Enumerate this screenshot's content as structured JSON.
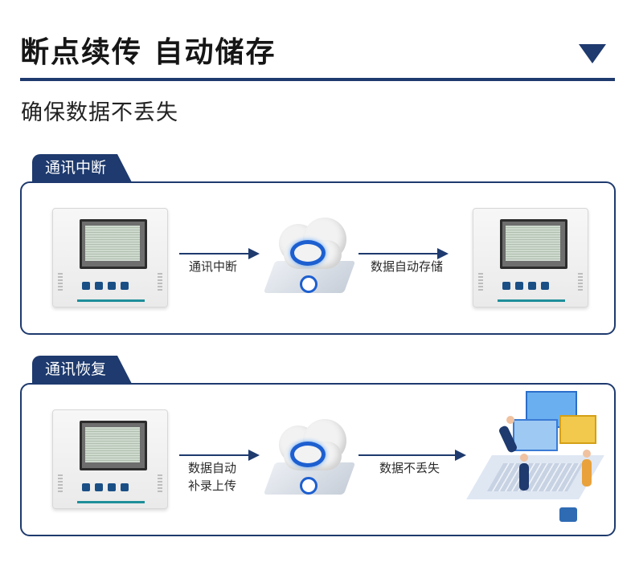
{
  "header": {
    "title": "断点续传 自动储存",
    "subtitle": "确保数据不丢失"
  },
  "section1": {
    "tab_label": "通讯中断",
    "arrow1_label": "通讯中断",
    "arrow2_label": "数据自动存储"
  },
  "section2": {
    "tab_label": "通讯恢复",
    "arrow1_label_line1": "数据自动",
    "arrow1_label_line2": "补录上传",
    "arrow2_label": "数据不丢失"
  },
  "colors": {
    "accent": "#1e3a6e",
    "cloud_logo": "#1d5fd0"
  }
}
